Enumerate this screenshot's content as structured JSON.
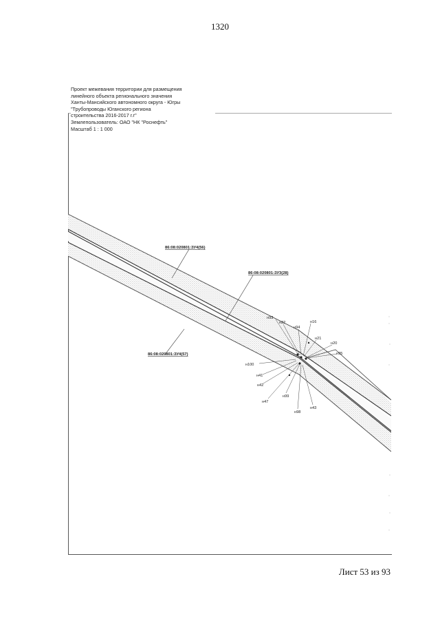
{
  "page_number": "1320",
  "title_lines": [
    "Проект межевания территории для размещения",
    "линейного объекта регионального значения",
    "Ханты-Мансийского автономного округа - Югры",
    "\"Трубопроводы Юганского региона",
    "строительства 2016-2017 г.г\"",
    "Землепользователь: ОАО \"НК \"Роснефть\"",
    "Масштаб 1 : 1 000"
  ],
  "plot_labels": [
    "86:08:020801:ЗУ4(56)",
    "86:08:020801:ЗУ3(28)",
    "86:08:020801:ЗУ4(57)"
  ],
  "points": [
    "н93",
    "н22",
    "н94",
    "н16",
    "н21",
    "н20",
    "н95",
    "н100",
    "н41",
    "н42",
    "н47",
    "н99",
    "н98",
    "н43"
  ],
  "sheet_label": "Лист 53 из 93"
}
